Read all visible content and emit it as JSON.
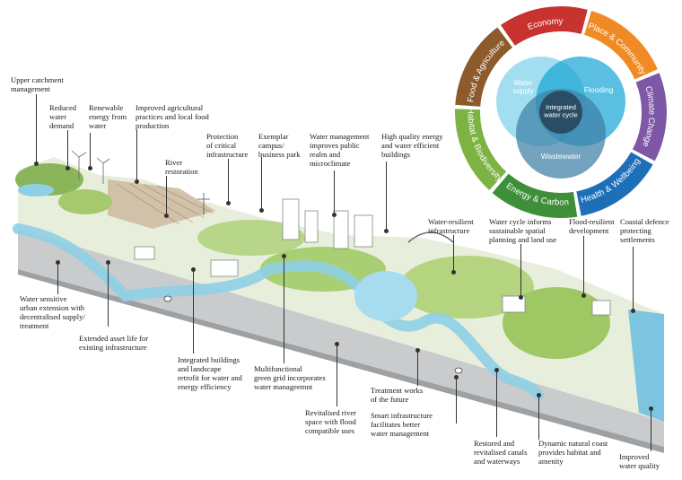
{
  "wheel": {
    "outer_segments": [
      {
        "label": "Economy",
        "color": "#c8332f"
      },
      {
        "label": "Place & Community",
        "color": "#f08a24"
      },
      {
        "label": "Climate Change",
        "color": "#7e57a6"
      },
      {
        "label": "Health & Wellbeing",
        "color": "#1d6fb8"
      },
      {
        "label": "Energy & Carbon",
        "color": "#3f8f3a"
      },
      {
        "label": "Habitat & Biodiversity",
        "color": "#7cb342"
      },
      {
        "label": "Food & Agriculture",
        "color": "#8c5a2b"
      }
    ],
    "circles": {
      "water_supply": "Water supply",
      "flooding": "Flooding",
      "wastewater": "Wastewater",
      "center": "Integrated water cycle"
    },
    "colors": {
      "water_supply": "#7fd0ea",
      "flooding": "#1aa6d6",
      "wastewater": "#3e7fa6",
      "center": "#2b4d63"
    }
  },
  "labels": {
    "upper_catchment": "Upper catchment\nmanagement",
    "reduced_demand": "Reduced\nwater\ndemand",
    "renewable_energy": "Renewable\nenergy from\nwater",
    "agriculture": "Improved agricultural\npractices and local food\nproduction",
    "river_restoration": "River\nrestoration",
    "critical_infra": "Protection\nof critical\ninfrastructure",
    "exemplar_campus": "Exemplar\ncampus/\nbusiness park",
    "public_realm": "Water management\nimproves public\nrealm  and\nmicroclimate",
    "high_quality_energy": "High quality energy\nand water efficient\nbuildings",
    "water_resilient": "Water-resilient\ninfrastructure",
    "spatial_planning": "Water cycle informs\nsustainable spatial\nplanning and land use",
    "flood_resilient": "Flood-resilient\ndevelopment",
    "coastal_defence": "Coastal defence\nprotecting\nsettlements",
    "urban_extension": "Water sensitive\nurban extension with\ndecentralised supply/\ntreatment",
    "asset_life": "Extended asset life for\nexisting infrastructure",
    "integrated_buildings": "Integrated buildings\nand landscape\nretrofit for water and\nenergy efficiency",
    "green_grid": "Multifunctional\ngreen grid incorporates\nwater manageemnt",
    "revitalised_river": "Revitalised river\nspace with flood\ncompatible uses",
    "treatment_works": "Treatment works\nof the future",
    "smart_infra": "Smart infrastructure\nfacilitates better\nwater management",
    "canals": "Restored and\nrevitalised canals\nand waterways",
    "natural_coast": "Dynamic natural coast\nprovides habitat and\namenity",
    "water_quality": "Improved\nwater quality"
  }
}
